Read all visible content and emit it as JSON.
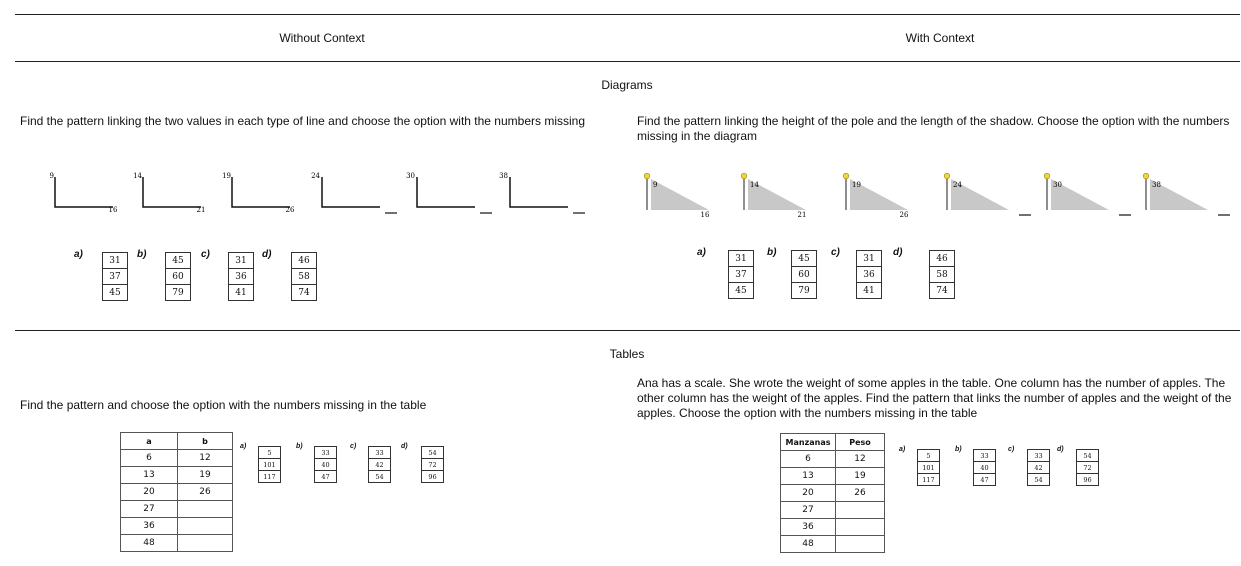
{
  "columns": {
    "left": "Without Context",
    "right": "With Context"
  },
  "sections": {
    "diagrams": "Diagrams",
    "tables": "Tables"
  },
  "diagrams": {
    "left_instruction": "Find the pattern linking the two values in each type of line and choose the option with the numbers missing",
    "right_instruction": "Find the pattern linking the height of the pole and the length of the shadow. Choose the option with the numbers missing in the diagram",
    "figures": [
      {
        "top": "9",
        "bottom": "16"
      },
      {
        "top": "14",
        "bottom": "21"
      },
      {
        "top": "19",
        "bottom": "26"
      },
      {
        "top": "24",
        "bottom": ""
      },
      {
        "top": "30",
        "bottom": ""
      },
      {
        "top": "38",
        "bottom": ""
      }
    ],
    "options": [
      {
        "label": "a)",
        "values": [
          "31",
          "37",
          "45"
        ]
      },
      {
        "label": "b)",
        "values": [
          "45",
          "60",
          "79"
        ]
      },
      {
        "label": "c)",
        "values": [
          "31",
          "36",
          "41"
        ]
      },
      {
        "label": "d)",
        "values": [
          "46",
          "58",
          "74"
        ]
      }
    ]
  },
  "tables": {
    "left_instruction": "Find the pattern and choose the option with the numbers missing in the table",
    "right_instruction": "Ana has a scale. She wrote the weight of some apples in the table. One column has the number of apples. The other column has the weight of the apples. Find the pattern that links the number of apples and the weight of the apples. Choose the option with the numbers missing in the table",
    "left_headers": [
      "a",
      "b"
    ],
    "right_headers": [
      "Manzanas",
      "Peso"
    ],
    "rows": [
      [
        "6",
        "12"
      ],
      [
        "13",
        "19"
      ],
      [
        "20",
        "26"
      ],
      [
        "27",
        ""
      ],
      [
        "36",
        ""
      ],
      [
        "48",
        ""
      ]
    ],
    "options": [
      {
        "label": "a)",
        "values": [
          "5",
          "101",
          "117"
        ]
      },
      {
        "label": "b)",
        "values": [
          "33",
          "40",
          "47"
        ]
      },
      {
        "label": "c)",
        "values": [
          "33",
          "42",
          "54"
        ]
      },
      {
        "label": "d)",
        "values": [
          "54",
          "72",
          "96"
        ]
      }
    ]
  },
  "colors": {
    "pole_top": "#f2d43c",
    "shadow": "#c8c8c8"
  }
}
